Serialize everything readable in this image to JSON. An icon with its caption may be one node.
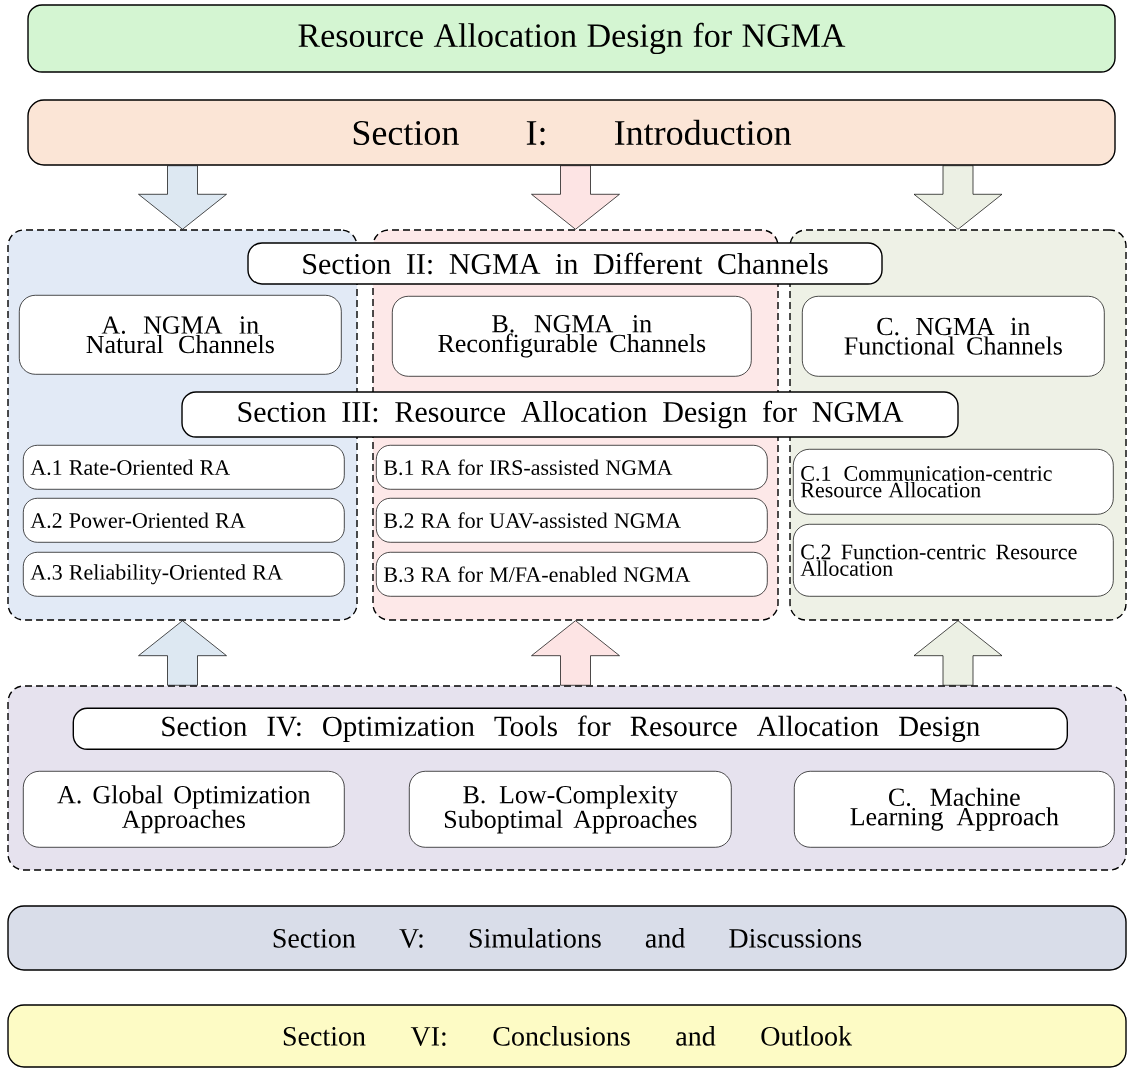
{
  "diagram": {
    "title": "Resource Allocation Design for NGMA",
    "nodes": [
      {
        "text": [
          "Section I: Introduction"
        ]
      },
      {
        "text": [],
        "shape": "box"
      },
      {
        "text": [],
        "shape": "box"
      },
      {
        "text": [],
        "shape": "box"
      },
      {
        "text": [
          "Section II: NGMA in Different Channels"
        ]
      },
      {
        "text": [
          "A. NGMA in Natural Channels"
        ],
        "in": 1
      },
      {
        "text": [
          "B. NGMA in Reconfigurable Channels"
        ],
        "in": 2
      },
      {
        "text": [
          "C. NGMA in Functional Channels"
        ],
        "in": 3
      },
      {
        "text": [
          "Section III: Resource Allocation Design for NGMA"
        ]
      },
      {
        "text": [
          "A.1 Rate-Oriented RA"
        ],
        "in": 1
      },
      {
        "text": [
          "A.2 Power-Oriented RA"
        ],
        "in": 1
      },
      {
        "text": [
          "A.3 Reliability-Oriented RA"
        ],
        "in": 1
      },
      {
        "text": [
          "B.1 RA for IRS-assisted NGMA"
        ],
        "in": 2
      },
      {
        "text": [
          "B.2 RA for UAV-assisted NGMA"
        ],
        "in": 2
      },
      {
        "text": [
          "B.3 RA for M/FA-enabled NGMA"
        ],
        "in": 2
      },
      {
        "text": [
          "C.1  Communication-centric Resource Allocation"
        ],
        "in": 3
      },
      {
        "text": [
          "C.2 Function-centric Resource Allocation"
        ],
        "in": 3
      },
      {
        "text": [],
        "shape": "box"
      },
      {
        "text": [
          "Section IV: Optimization Tools for Resource Allocation Design"
        ],
        "in": 17
      },
      {
        "text": [
          "A. Global Optimization Approaches"
        ],
        "in": 17
      },
      {
        "text": [
          "B. Low-Complexity Suboptimal Approaches"
        ],
        "in": 17
      },
      {
        "text": [
          "C. Machine Learning Approach"
        ],
        "in": 17
      },
      {
        "text": [
          "Section V: Simulations and Discussions"
        ]
      },
      {
        "text": [
          "Section VI: Conclusions and Outlook"
        ]
      }
    ],
    "edges": [
      {
        "from": 0,
        "to": 1,
        "arrow": "to",
        "color": "#dde8f2"
      },
      {
        "from": 0,
        "to": 2,
        "arrow": "to",
        "color": "#fde4e4"
      },
      {
        "from": 0,
        "to": 3,
        "arrow": "to",
        "color": "#ecf0e4"
      },
      {
        "from": 17,
        "to": 1,
        "arrow": "to",
        "color": "#dde8f2"
      },
      {
        "from": 17,
        "to": 2,
        "arrow": "to",
        "color": "#fde4e4"
      },
      {
        "from": 17,
        "to": 3,
        "arrow": "to",
        "color": "#ecf0e4"
      }
    ]
  }
}
